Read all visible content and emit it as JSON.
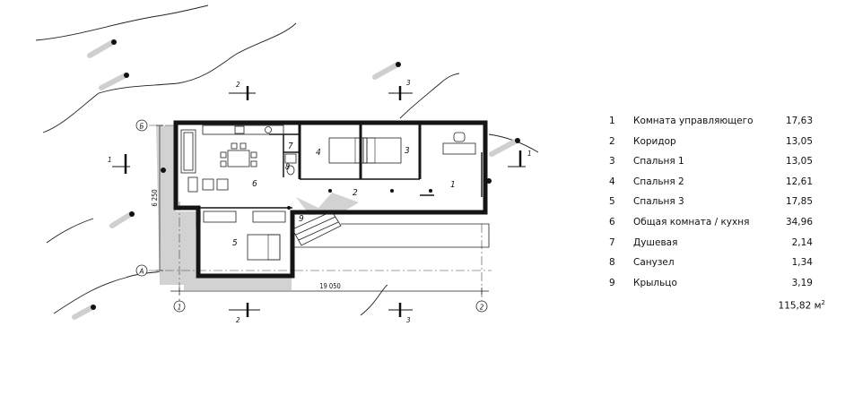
{
  "plan": {
    "room_numbers": [
      "1",
      "2",
      "3",
      "4",
      "5",
      "6",
      "7",
      "8",
      "9"
    ],
    "axis_marks": {
      "a": "A",
      "b": "Б",
      "one": "1",
      "two": "2"
    },
    "section_marks": {
      "s1": "1",
      "s2": "2",
      "s3": "3"
    },
    "dimensions": {
      "width": "19 050",
      "depth": "6 250"
    }
  },
  "legend": {
    "rooms": [
      {
        "num": "1",
        "name": "Комната управляющего",
        "area": "17,63"
      },
      {
        "num": "2",
        "name": "Коридор",
        "area": "13,05"
      },
      {
        "num": "3",
        "name": "Спальня 1",
        "area": "13,05"
      },
      {
        "num": "4",
        "name": "Спальня 2",
        "area": "12,61"
      },
      {
        "num": "5",
        "name": "Спальня 3",
        "area": "17,85"
      },
      {
        "num": "6",
        "name": "Общая комната / кухня",
        "area": "34,96"
      },
      {
        "num": "7",
        "name": "Душевая",
        "area": "2,14"
      },
      {
        "num": "8",
        "name": "Санузел",
        "area": "1,34"
      },
      {
        "num": "9",
        "name": "Крыльцо",
        "area": "3,19"
      }
    ],
    "total_value": "115,82",
    "total_unit": "м",
    "total_exp": "2"
  },
  "colors": {
    "line": "#111111",
    "shadow": "#d2d2d2",
    "wall": "#151515",
    "paper": "#ffffff"
  }
}
